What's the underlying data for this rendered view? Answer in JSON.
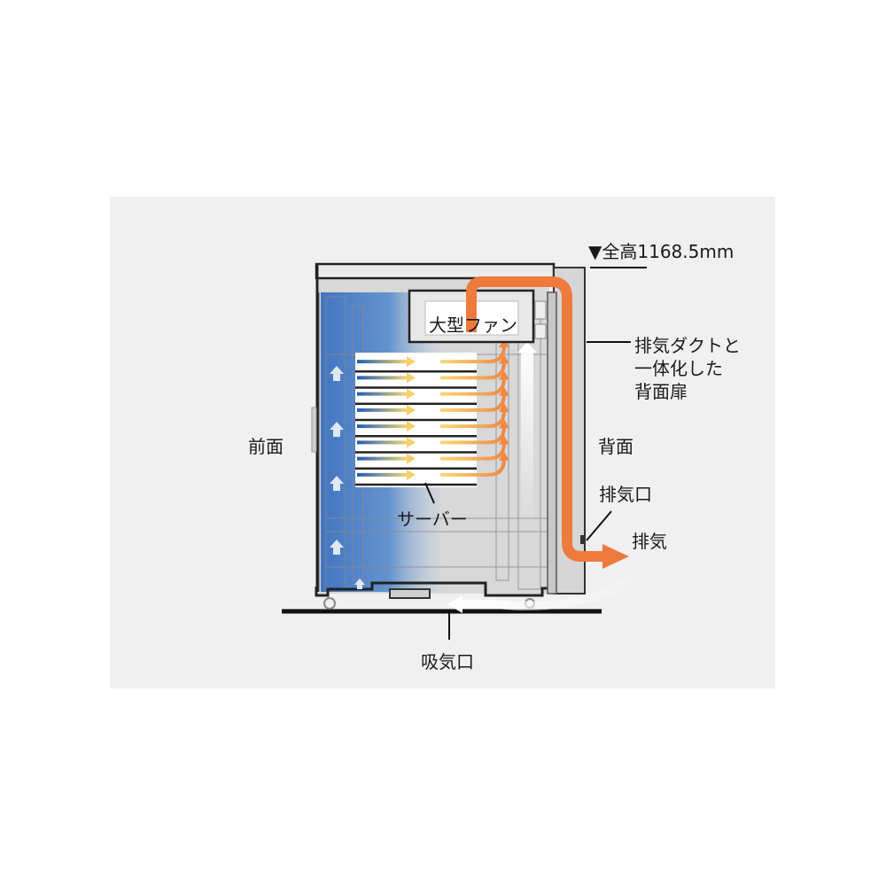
{
  "labels": {
    "height": "▼全高1168.5mm",
    "duct_lines": [
      "排気ダクトと",
      "一体化した",
      "背面扉"
    ],
    "front": "前面",
    "back": "背面",
    "outlet": "排気口",
    "exhaust": "排気",
    "fan": "大型ファン",
    "server": "サーバー",
    "intake": "吸気口"
  },
  "colors": {
    "intake_blue": "#2a66b8",
    "exhaust_orange": "#ee7a3e",
    "warm_yellow": "#f6cf6e",
    "frame": "#222222"
  },
  "server_count": 8
}
